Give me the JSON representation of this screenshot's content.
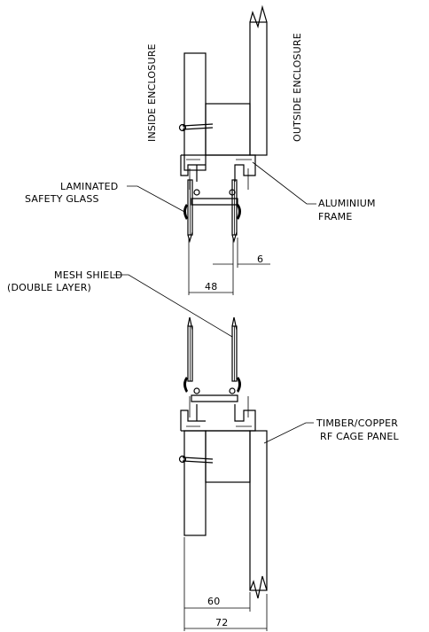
{
  "labels": {
    "inside": "INSIDE ENCLOSURE",
    "outside": "OUTSIDE ENCLOSURE",
    "glass_1": "LAMINATED",
    "glass_2": "SAFETY GLASS",
    "frame_1": "ALUMINIUM",
    "frame_2": "FRAME",
    "mesh_1": "MESH SHIELD",
    "mesh_2": "(DOUBLE LAYER)",
    "panel_1": "TIMBER/COPPER",
    "panel_2": "RF CAGE PANEL"
  },
  "dimensions": {
    "gap": "6",
    "top_width": "48",
    "inner_width": "60",
    "outer_width": "72"
  }
}
